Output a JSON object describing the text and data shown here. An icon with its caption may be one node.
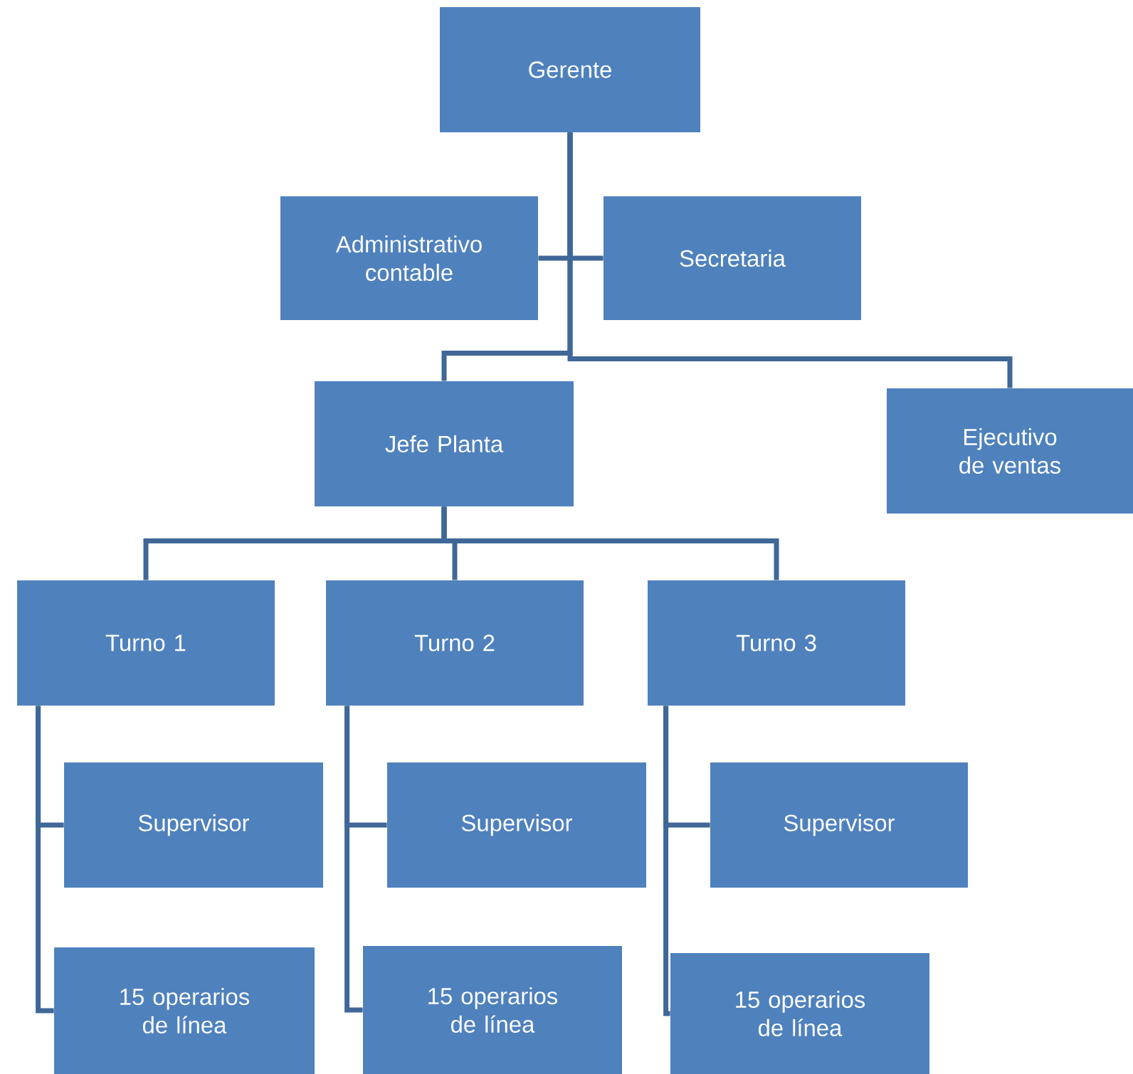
{
  "diagram": {
    "nodes": [
      {
        "text": [
          "Gerente"
        ]
      },
      {
        "text": [
          "Administrativo contable"
        ]
      },
      {
        "text": [
          "Secretaria"
        ]
      },
      {
        "text": [
          "Jefe Planta"
        ]
      },
      {
        "text": [
          "Ejecutivo de ventas"
        ]
      },
      {
        "text": [
          "Turno 1"
        ]
      },
      {
        "text": [
          "Turno 2"
        ]
      },
      {
        "text": [
          "Turno 3"
        ]
      },
      {
        "text": [
          "Supervisor"
        ]
      },
      {
        "text": [
          "15 operarios de línea"
        ]
      },
      {
        "text": [
          "Supervisor"
        ]
      },
      {
        "text": [
          "15 operarios de línea"
        ]
      },
      {
        "text": [
          "Supervisor"
        ]
      },
      {
        "text": [
          "15 operarios de línea"
        ]
      }
    ],
    "edges": [
      {
        "from": 0,
        "to": 1,
        "arrow": "none"
      },
      {
        "from": 0,
        "to": 2,
        "arrow": "none"
      },
      {
        "from": 0,
        "to": 3,
        "arrow": "none"
      },
      {
        "from": 0,
        "to": 4,
        "arrow": "none"
      },
      {
        "from": 3,
        "to": 5,
        "arrow": "none"
      },
      {
        "from": 3,
        "to": 6,
        "arrow": "none"
      },
      {
        "from": 3,
        "to": 7,
        "arrow": "none"
      },
      {
        "from": 5,
        "to": 8,
        "arrow": "none"
      },
      {
        "from": 5,
        "to": 9,
        "arrow": "none"
      },
      {
        "from": 6,
        "to": 10,
        "arrow": "none"
      },
      {
        "from": 6,
        "to": 11,
        "arrow": "none"
      },
      {
        "from": 7,
        "to": 12,
        "arrow": "none"
      },
      {
        "from": 7,
        "to": 13,
        "arrow": "none"
      }
    ]
  }
}
